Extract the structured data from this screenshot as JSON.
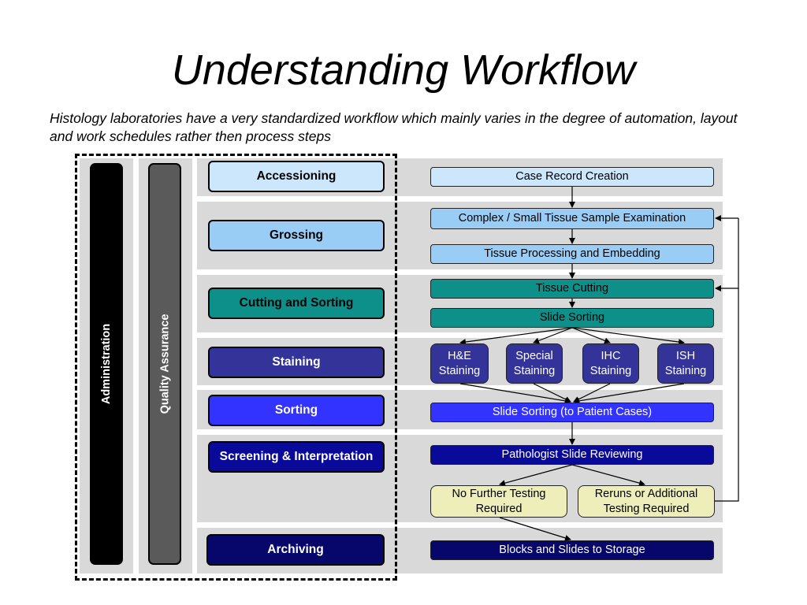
{
  "title": "Understanding Workflow",
  "subtitle": "Histology laboratories have a very standardized workflow which mainly varies in the degree of automation, layout and work schedules rather then process steps",
  "side_bars": {
    "administration": "Administration",
    "quality_assurance": "Quality Assurance"
  },
  "stages": {
    "accessioning": "Accessioning",
    "grossing": "Grossing",
    "cutting_sorting": "Cutting and Sorting",
    "staining": "Staining",
    "sorting": "Sorting",
    "screening": "Screening & Interpretation",
    "archiving": "Archiving"
  },
  "steps": {
    "case_record": "Case Record Creation",
    "complex_exam": "Complex / Small Tissue Sample Examination",
    "processing": "Tissue Processing and Embedding",
    "cutting": "Tissue Cutting",
    "slide_sorting": "Slide Sorting",
    "he_staining": "H&E Staining",
    "special_staining": "Special Staining",
    "ihc_staining": "IHC Staining",
    "ish_staining": "ISH Staining",
    "patient_sorting": "Slide Sorting (to Patient Cases)",
    "reviewing": "Pathologist Slide Reviewing",
    "no_further": "No Further Testing Required",
    "reruns": "Reruns or Additional Testing Required",
    "storage": "Blocks and Slides to Storage"
  },
  "colors": {
    "band_bg": "#d9d9d9",
    "administration": "#000000",
    "quality_assurance": "#5a5a5a",
    "accessioning": "#cce6fb",
    "grossing": "#99cdf5",
    "cutting": "#0d8f8a",
    "staining": "#33339a",
    "sorting": "#3333ff",
    "screening": "#0a0a9a",
    "archiving": "#06066b",
    "decision": "#eeeebb"
  }
}
